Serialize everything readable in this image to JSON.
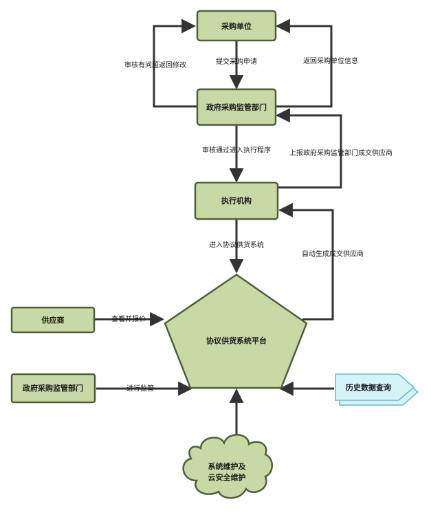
{
  "nodes": {
    "procurement_unit": "采购单位",
    "gov_supervision_top": "政府采购监管部门",
    "execution_agency": "执行机构",
    "platform": "协议供货系统平台",
    "supplier": "供应商",
    "gov_supervision_left": "政府采购监管部门",
    "history_query": "历史数据查询",
    "maintenance_line1": "系统维护及",
    "maintenance_line2": "云安全维护"
  },
  "edges": {
    "submit_request": "提交采购申请",
    "review_return": "审核有问题返回修改",
    "return_unit_info": "返回采购单位信息",
    "review_pass": "审核通过进入执行程序",
    "report_supplier": "上报政府采购监管部门成交供应商",
    "enter_system": "进入协议供货系统",
    "auto_generate": "自动生成成交供应商",
    "view_quote": "查看并报价",
    "supervise": "进行监管"
  },
  "colors": {
    "box_fill": "#c8d9a6",
    "box_stroke": "#4f5e3a",
    "history_fill": "#d6f4f8",
    "history_stroke": "#5bbccc",
    "arrow": "#333333"
  }
}
